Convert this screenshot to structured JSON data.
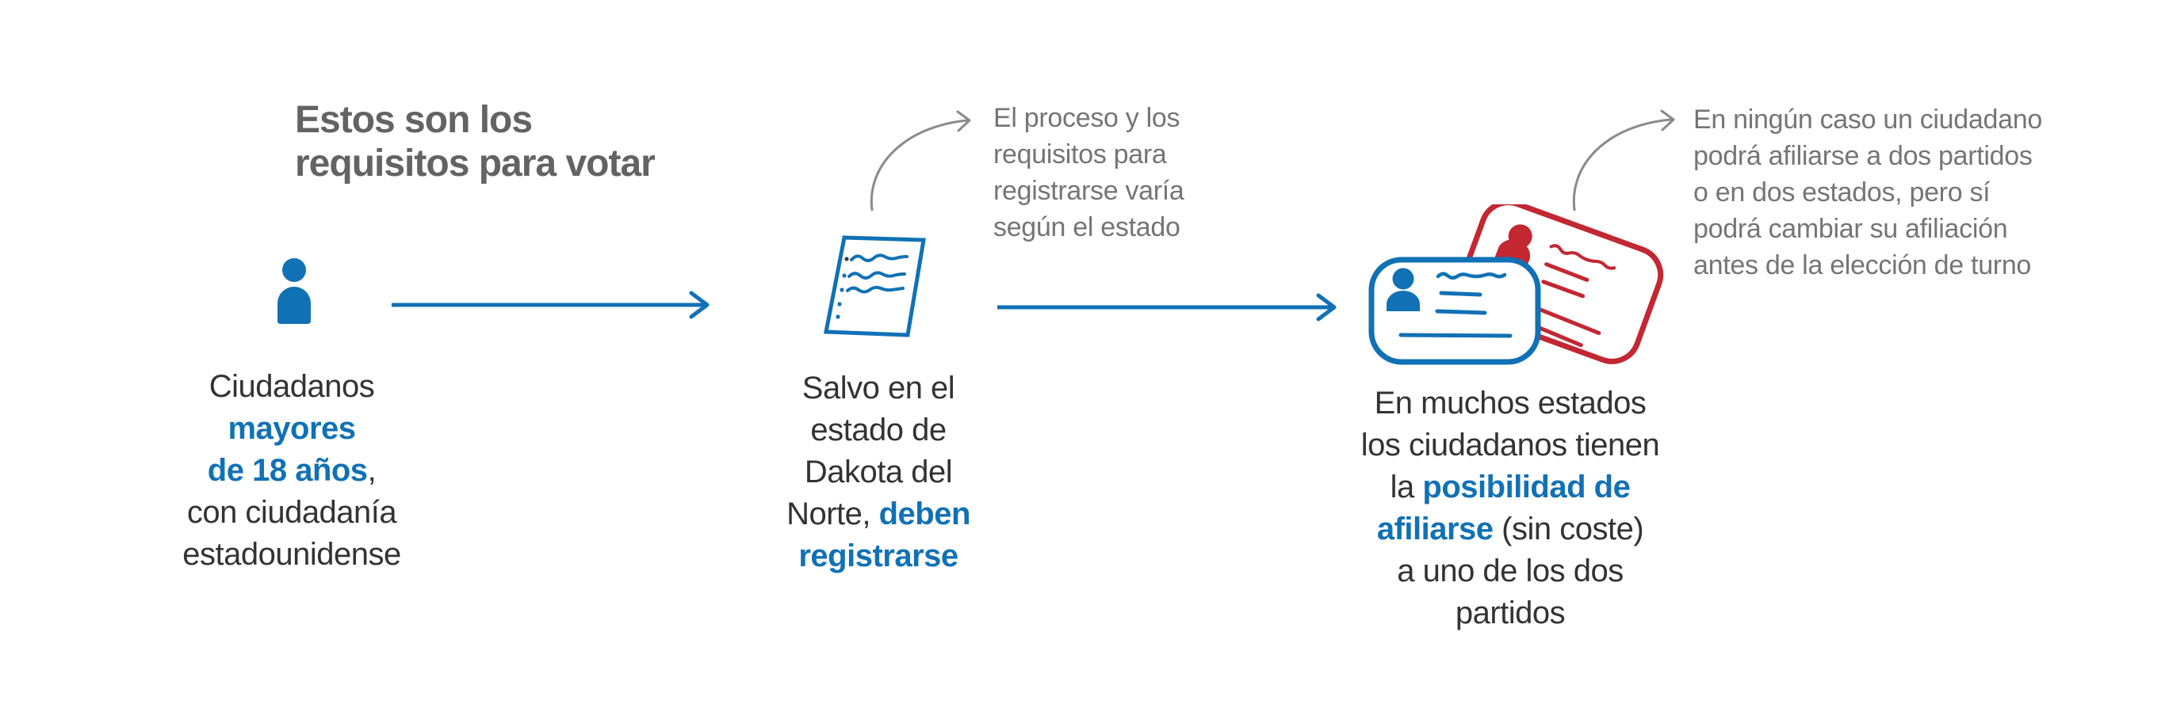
{
  "colors": {
    "accent_blue": "#1171b5",
    "accent_red": "#c22732",
    "text_dark": "#333333",
    "annotation_gray": "#757575",
    "title_gray": "#636363",
    "arrow_gray": "#8a8a8a"
  },
  "title": {
    "line1": "Estos son los",
    "line2": "requisitos para votar"
  },
  "flow": {
    "step1": {
      "icon": "person",
      "caption": {
        "line1": "Ciudadanos",
        "line2_highlight": "mayores",
        "line3_highlight": "de 18 años",
        "line3_rest": ",",
        "line4": "con ciudadanía",
        "line5": "estadounidense"
      }
    },
    "step2": {
      "icon": "registration-form",
      "caption": {
        "line1": "Salvo en el",
        "line2": "estado de",
        "line3": "Dakota del",
        "line4_rest": "Norte, ",
        "line4_highlight": "deben",
        "line5_highlight": "registrarse"
      },
      "annotation": {
        "line1": "El proceso y los",
        "line2": "requisitos para",
        "line3": "registrarse varía",
        "line4": "según el estado"
      }
    },
    "step3": {
      "icon": "party-id-cards",
      "caption": {
        "line1": "En muchos estados",
        "line2": "los ciudadanos tienen",
        "line3_rest": "la ",
        "line3_highlight": "posibilidad de",
        "line4_highlight": "afiliarse",
        "line4_rest": " (sin coste)",
        "line5": "a uno de los dos",
        "line6": "partidos"
      },
      "annotation": {
        "line1": "En ningún caso un ciudadano",
        "line2": "podrá afiliarse a dos partidos",
        "line3": "o en dos estados, pero sí",
        "line4": "podrá cambiar su afiliación",
        "line5": "antes de la elección de turno"
      }
    }
  }
}
